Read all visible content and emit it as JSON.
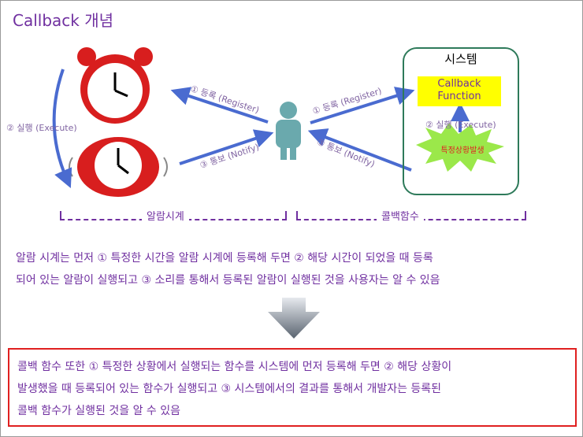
{
  "title": "Callback 개념",
  "diagram": {
    "system_label": "시스템",
    "callback_function": [
      "Callback",
      "Function"
    ],
    "event_label": "특정상황발생",
    "execute_label": "② 실행 (Execute)",
    "register_label": "① 등록 (Register)",
    "notify_label": "③ 통보 (Notify)",
    "bracket_left": "알람시계",
    "bracket_right": "콜백함수",
    "colors": {
      "arrow": "#4a6bd0",
      "text": "#7030a0",
      "callback_bg": "#ffff00",
      "event": "#9be84a"
    }
  },
  "paragraph1": [
    "알람 시계는 먼저 ① 특정한 시간을 알람 시계에 등록해 두면 ② 해당 시간이 되었을 때 등록",
    "되어 있는 알람이 실행되고 ③ 소리를 통해서 등록된 알람이 실행된 것을 사용자는 알 수 있음"
  ],
  "paragraph2": [
    "콜백 함수 또한 ① 특정한 상황에서 실행되는 함수를 시스템에 먼저 등록해 두면 ② 해당 상황이",
    "발생했을 때 등록되어 있는 함수가 실행되고 ③ 시스템에서의 결과를 통해서 개발자는 등록된",
    "콜백 함수가 실행된 것을 알 수 있음"
  ]
}
